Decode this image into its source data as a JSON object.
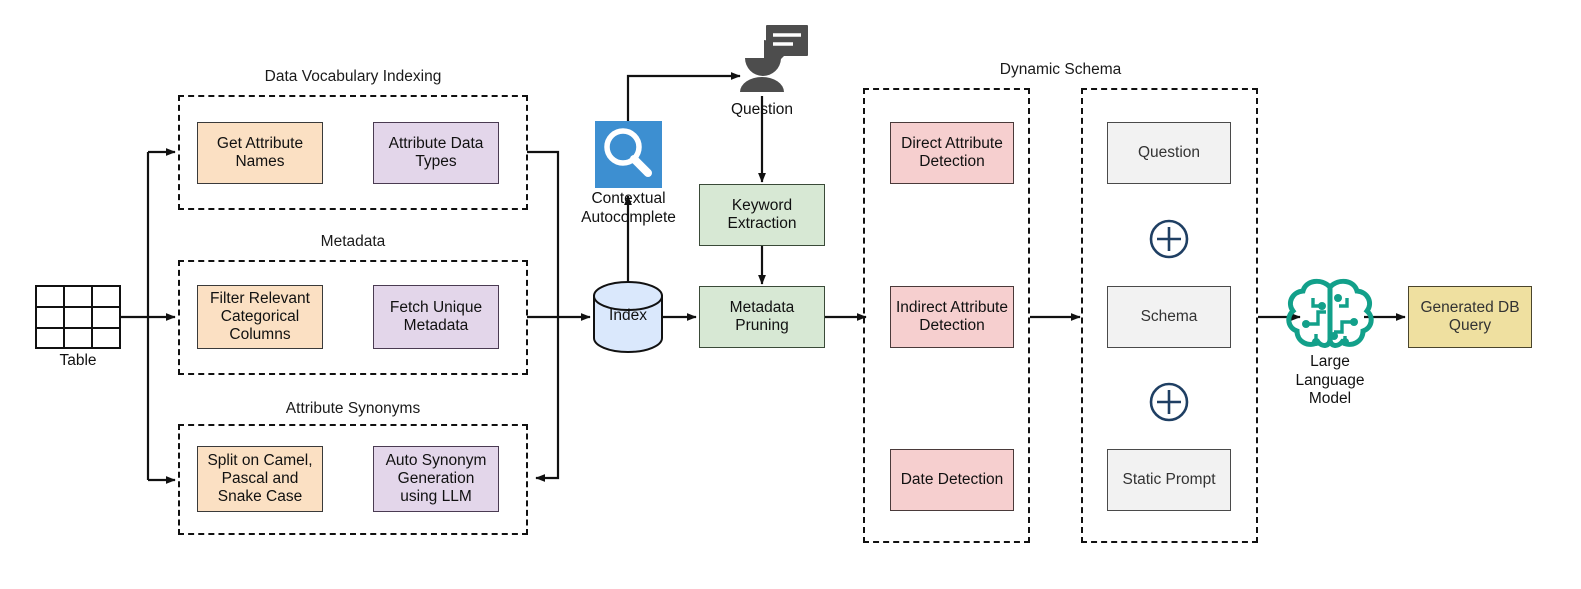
{
  "diagram": {
    "title": "Text-to-DB-Query pipeline architecture",
    "colors": {
      "orange": "#fbe0c3",
      "purple": "#e3d6ea",
      "green": "#d7e8d4",
      "pink": "#f6cfcf",
      "grey": "#f2f2f2",
      "yellow": "#efe0a0",
      "index_blue": "#dae8fc",
      "search_blue": "#3d8fd1",
      "llm_teal": "#12a08a",
      "person_grey": "#4d4d4d",
      "plus_navy": "#1f3f63",
      "stroke": "#111111"
    }
  },
  "input": {
    "table_label": "Table",
    "table_icon": "table-grid-icon"
  },
  "groups": [
    {
      "label": "Data Vocabulary Indexing",
      "nodes": [
        {
          "label": "Get Attribute Names",
          "color": "orange"
        },
        {
          "label": "Attribute Data Types",
          "color": "purple"
        }
      ]
    },
    {
      "label": "Metadata",
      "nodes": [
        {
          "label": "Filter Relevant Categorical Columns",
          "color": "orange"
        },
        {
          "label": "Fetch Unique Metadata",
          "color": "purple"
        }
      ]
    },
    {
      "label": "Attribute Synonyms",
      "nodes": [
        {
          "label": "Split on Camel, Pascal and Snake Case",
          "color": "orange"
        },
        {
          "label": "Auto Synonym Generation using LLM",
          "color": "purple"
        }
      ]
    }
  ],
  "middle": {
    "autocomplete_label": "Contextual Autocomplete",
    "autocomplete_icon": "search-magnifier-icon",
    "question_label": "Question",
    "question_icon": "person-speech-bubble-icon",
    "index_label": "Index",
    "index_icon": "database-cylinder-icon",
    "keyword_extraction": "Keyword Extraction",
    "metadata_pruning": "Metadata Pruning"
  },
  "dynamic_schema": {
    "label": "Dynamic Schema",
    "detection_nodes": [
      {
        "label": "Direct Attribute Detection",
        "color": "pink"
      },
      {
        "label": "Indirect Attribute Detection",
        "color": "pink"
      },
      {
        "label": "Date Detection",
        "color": "pink"
      }
    ],
    "prompt_nodes": [
      {
        "label": "Question",
        "color": "grey"
      },
      {
        "label": "Schema",
        "color": "grey"
      },
      {
        "label": "Static Prompt",
        "color": "grey"
      }
    ],
    "plus_symbol": "+",
    "plus_icon": "plus-circle-icon"
  },
  "output": {
    "llm_label": "Large Language Model",
    "llm_icon": "brain-circuit-icon",
    "query_label": "Generated DB Query",
    "query_color": "yellow"
  }
}
